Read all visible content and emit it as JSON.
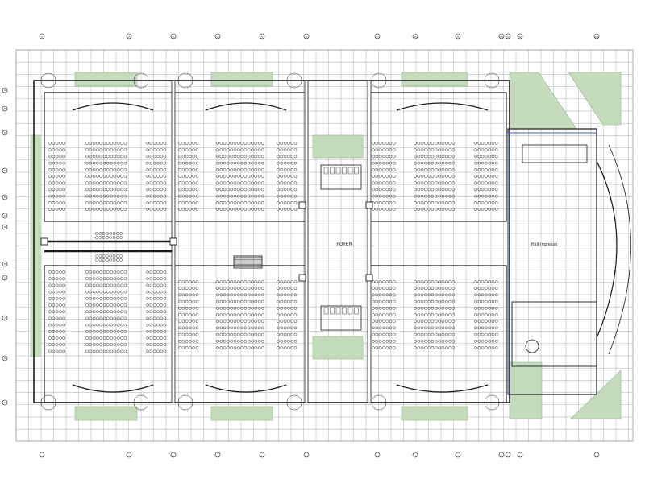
{
  "labels": {
    "foyer": "FOYER",
    "hall": "Hall Ingresso"
  },
  "grid_bubbles": {
    "top": [
      "1",
      "2",
      "3",
      "4",
      "5",
      "6",
      "7",
      "8",
      "9",
      "10",
      "11",
      "12",
      "13"
    ],
    "left": [
      "A",
      "B",
      "C",
      "D",
      "E",
      "F",
      "G",
      "H",
      "I",
      "J",
      "K",
      "L"
    ]
  },
  "colors": {
    "line": "#1a1a1a",
    "grid": "#9a9a9a",
    "planting": "#c4dcbc",
    "planting_edge": "#8fb487",
    "glazing": "#3b5fb0"
  }
}
